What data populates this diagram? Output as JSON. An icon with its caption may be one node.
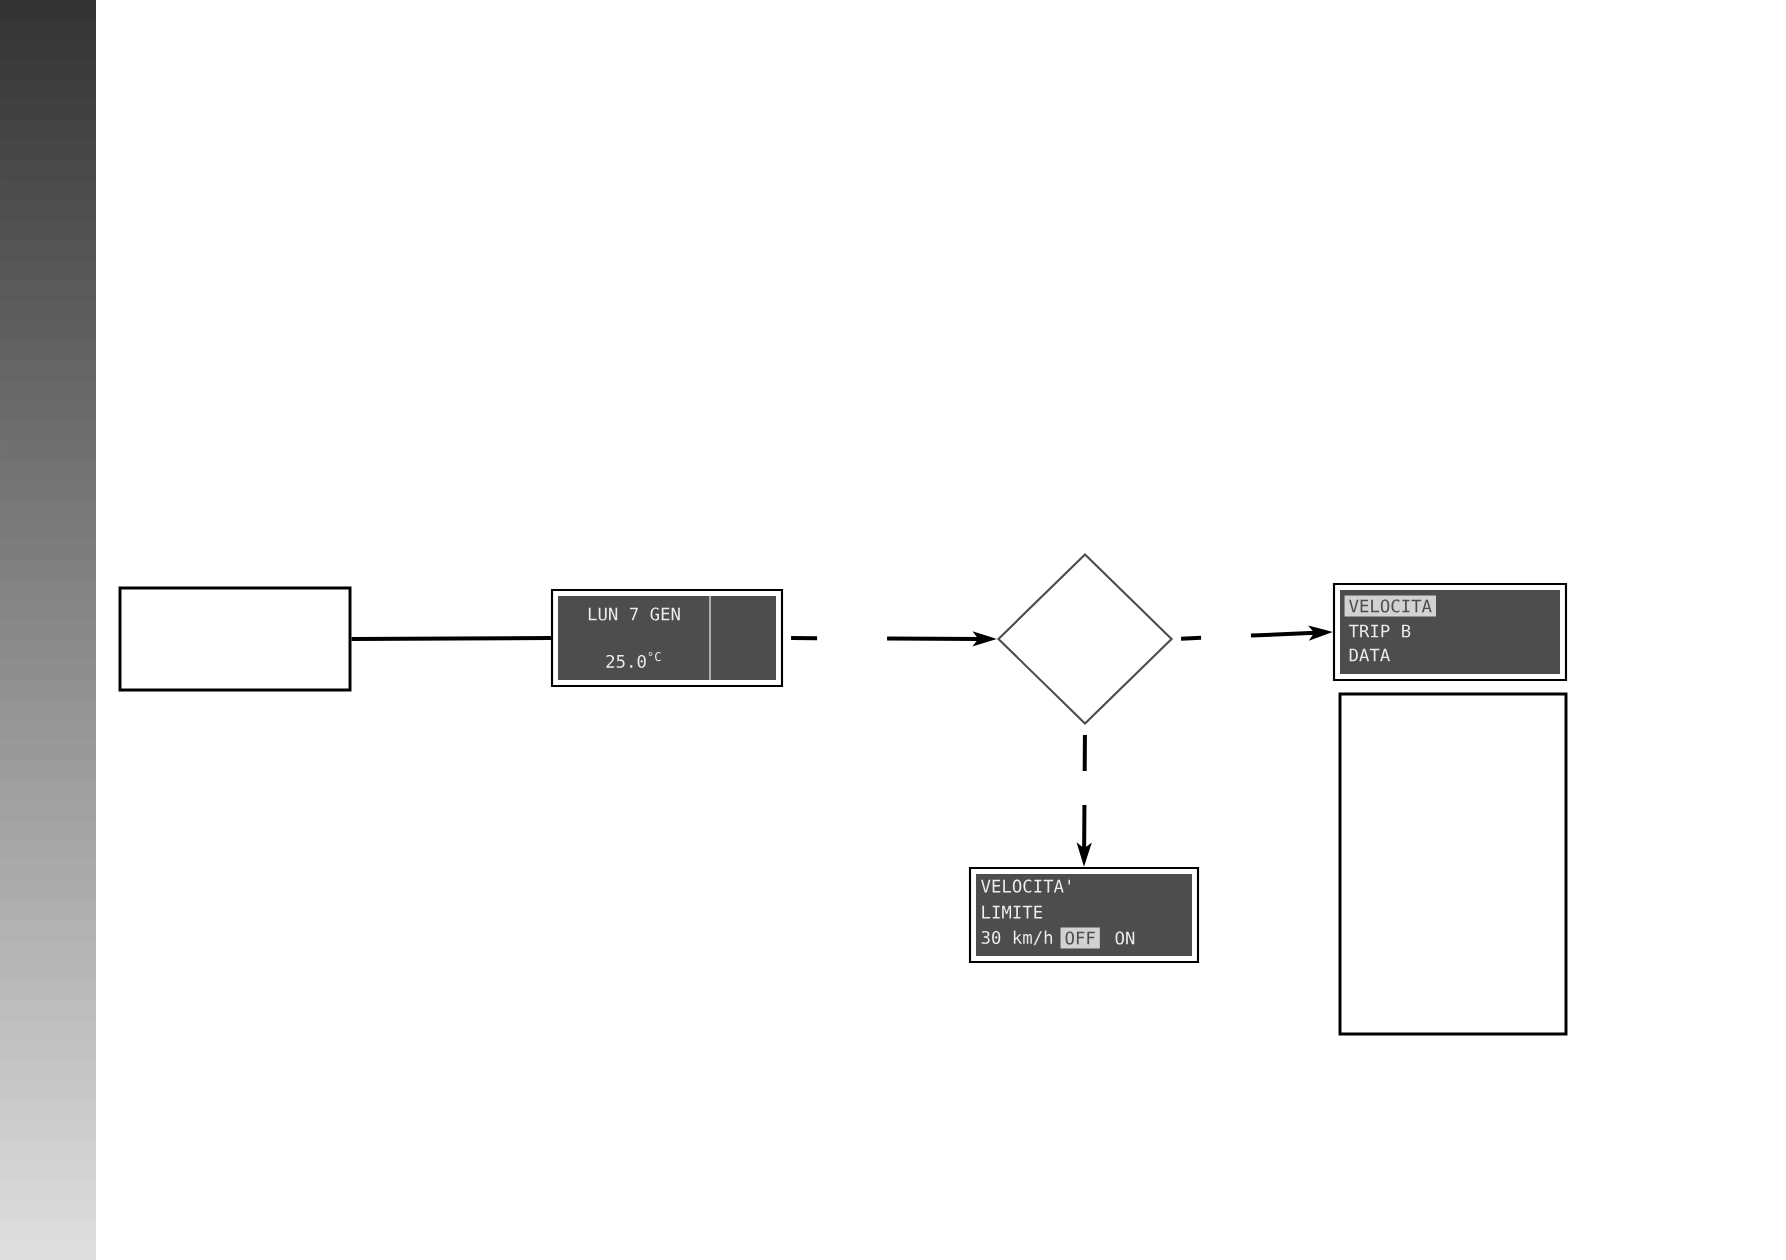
{
  "diagram": {
    "nodes": [
      {
        "text": [],
        "shape": "box"
      },
      {
        "text": [
          "LUN 7 GEN",
          "25.0$^{°C}$"
        ]
      },
      {
        "text": [],
        "shape": "diamond"
      },
      {
        "text": [
          "VELOCITA",
          "TRIP B",
          "DATA"
        ]
      },
      {
        "text": [],
        "shape": "box"
      },
      {
        "text": [
          "VELOCITA' LIMITE",
          "30 km/h",
          "OFF",
          "ON"
        ]
      }
    ],
    "edges": [
      {
        "from": 0,
        "to": 1,
        "arrow": "none"
      },
      {
        "from": 1,
        "to": 2,
        "arrow": "to",
        "style": "dashed"
      },
      {
        "from": 2,
        "to": 3,
        "arrow": "to",
        "style": "dashed"
      },
      {
        "from": 2,
        "to": 5,
        "arrow": "to",
        "style": "dashed"
      }
    ]
  }
}
